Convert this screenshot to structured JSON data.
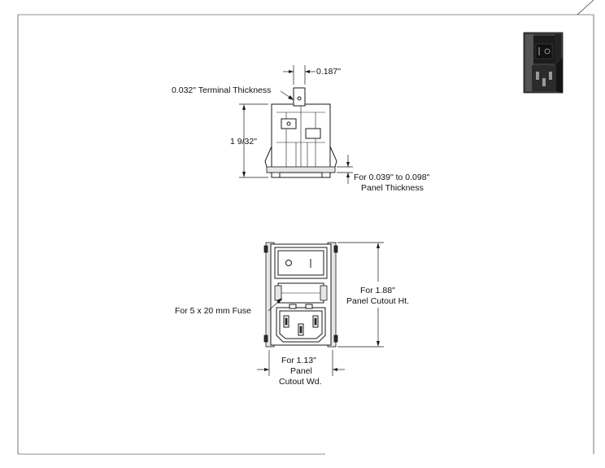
{
  "side_view": {
    "terminal_width": "0.187\"",
    "terminal_thickness": "0.032\" Terminal Thickness",
    "height": "1 9/32\"",
    "panel_thickness_line1": "For 0.039\" to 0.098\"",
    "panel_thickness_line2": "Panel Thickness"
  },
  "front_view": {
    "fuse_label": "For 5 x 20 mm Fuse",
    "cutout_height_line1": "For 1.88\"",
    "cutout_height_line2": "Panel Cutout Ht.",
    "cutout_width_line1": "For 1.13\"",
    "cutout_width_line2": "Panel",
    "cutout_width_line3": "Cutout Wd."
  },
  "switch_symbols": {
    "off": "O",
    "on": "I"
  }
}
